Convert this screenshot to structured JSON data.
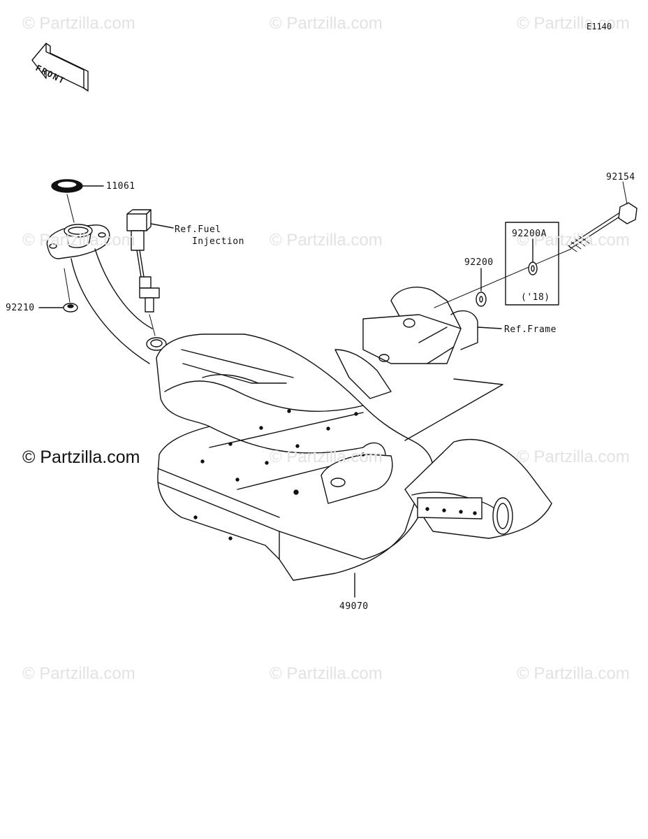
{
  "diagram_code": "E1140",
  "front_arrow_label": "FRONT",
  "watermarks": {
    "main": "© Partzilla.com",
    "light": "© Partzilla.com"
  },
  "parts": [
    {
      "number": "11061",
      "name": "gasket-11061"
    },
    {
      "number": "92210",
      "name": "nut-92210"
    },
    {
      "number": "92154",
      "name": "bolt-92154"
    },
    {
      "number": "92200A",
      "name": "washer-92200a"
    },
    {
      "number": "92200",
      "name": "washer-92200"
    },
    {
      "number": "49070",
      "name": "muffler-49070"
    }
  ],
  "references": {
    "fuel_injection": "Ref.Fuel\n   Injection",
    "frame": "Ref.Frame"
  },
  "year_note": "('18)"
}
